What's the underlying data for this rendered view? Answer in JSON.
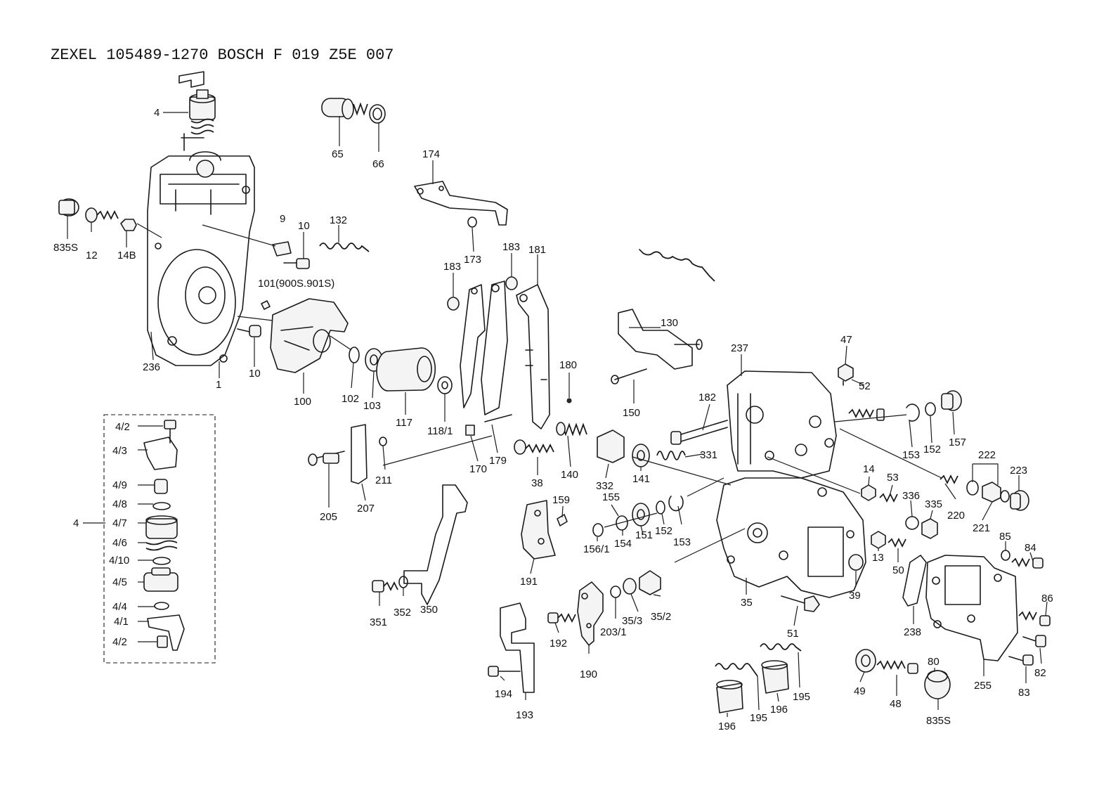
{
  "header": {
    "title": "ZEXEL  105489-1270  BOSCH  F 019 Z5E 007"
  },
  "callouts": {
    "c4": "4",
    "c65": "65",
    "c66": "66",
    "c174": "174",
    "c835s_a": "835S",
    "c12": "12",
    "c14b": "14B",
    "c9": "9",
    "c10_a": "10",
    "c132": "132",
    "c173": "173",
    "c183_a": "183",
    "c183_b": "183",
    "c181": "181",
    "c101": "101(900S.901S)",
    "c236": "236",
    "c1": "1",
    "c10_b": "10",
    "c100": "100",
    "c102": "102",
    "c103": "103",
    "c117": "117",
    "c118_1": "118/1",
    "c180": "180",
    "c130": "130",
    "c150": "150",
    "c237": "237",
    "c47": "47",
    "c52": "52",
    "c182": "182",
    "c331": "331",
    "c153_a": "153",
    "c152_a": "152",
    "c157": "157",
    "c222": "222",
    "c223": "223",
    "c14": "14",
    "c53": "53",
    "c220": "220",
    "c221": "221",
    "c336": "336",
    "c335": "335",
    "c85": "85",
    "c84": "84",
    "c13": "13",
    "c50": "50",
    "c39": "39",
    "c35": "35",
    "c51": "51",
    "c238": "238",
    "c255": "255",
    "c86": "86",
    "c82": "82",
    "c83": "83",
    "c80": "80",
    "c49": "49",
    "c48": "48",
    "c835s_b": "835S",
    "c195_a": "195",
    "c196_a": "196",
    "c195_b": "195",
    "c196_b": "196",
    "c170": "170",
    "c179": "179",
    "c38": "38",
    "c140": "140",
    "c332": "332",
    "c141": "141",
    "c205": "205",
    "c207": "207",
    "c211": "211",
    "c159": "159",
    "c155": "155",
    "c191": "191",
    "c156_1": "156/1",
    "c154": "154",
    "c151": "151",
    "c152_b": "152",
    "c153_b": "153",
    "c350": "350",
    "c351": "351",
    "c352": "352",
    "c192": "192",
    "c190": "190",
    "c203_1": "203/1",
    "c35_3": "35/3",
    "c35_2": "35/2",
    "c194": "194",
    "c193": "193"
  },
  "inset": {
    "c4_2a": "4/2",
    "c4_3": "4/3",
    "c4_9": "4/9",
    "c4_8": "4/8",
    "c4": "4",
    "c4_7": "4/7",
    "c4_6": "4/6",
    "c4_10": "4/10",
    "c4_5": "4/5",
    "c4_4": "4/4",
    "c4_1": "4/1",
    "c4_2b": "4/2"
  }
}
